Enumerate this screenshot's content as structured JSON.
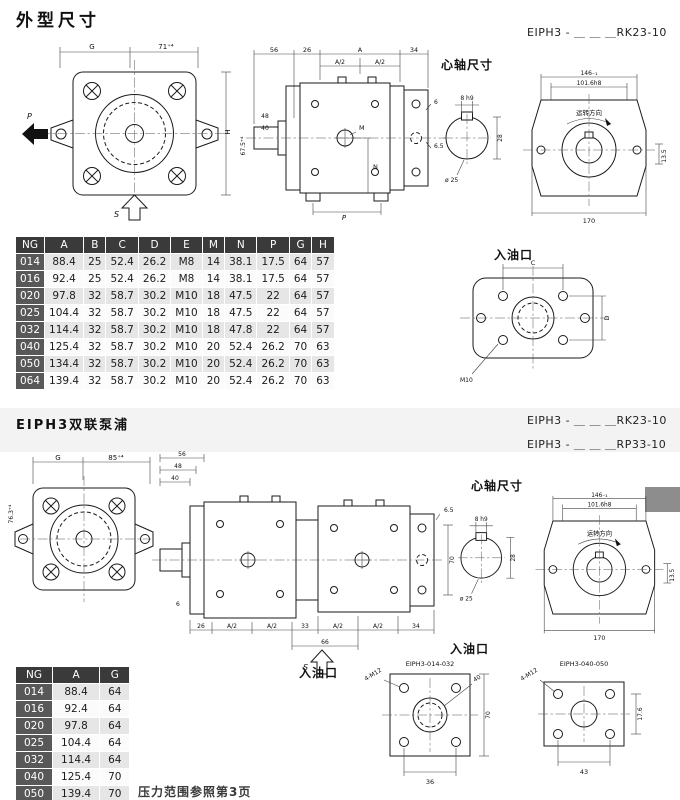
{
  "page": {
    "title": "外型尺寸",
    "model_top": "EIPH3 - ＿ ＿ ＿RK23-10",
    "section2_title": "EIPH3双联泵浦",
    "model2_a": "EIPH3 - ＿ ＿ ＿RK23-10",
    "model2_b": "EIPH3 - ＿ ＿ ＿RP33-10",
    "shaft_title_1": "心轴尺寸",
    "shaft_title_2": "心轴尺寸",
    "inlet_title_1": "入油口",
    "inlet_title_2": "入油口",
    "inlet_title_3": "入油口",
    "footer_note": "压力范围参照第3页"
  },
  "table1": {
    "headers": [
      "NG",
      "A",
      "B",
      "C",
      "D",
      "E",
      "M",
      "N",
      "P",
      "G",
      "H"
    ],
    "rows": [
      [
        "014",
        "88.4",
        "25",
        "52.4",
        "26.2",
        "M8",
        "14",
        "38.1",
        "17.5",
        "64",
        "57"
      ],
      [
        "016",
        "92.4",
        "25",
        "52.4",
        "26.2",
        "M8",
        "14",
        "38.1",
        "17.5",
        "64",
        "57"
      ],
      [
        "020",
        "97.8",
        "32",
        "58.7",
        "30.2",
        "M10",
        "18",
        "47.5",
        "22",
        "64",
        "57"
      ],
      [
        "025",
        "104.4",
        "32",
        "58.7",
        "30.2",
        "M10",
        "18",
        "47.5",
        "22",
        "64",
        "57"
      ],
      [
        "032",
        "114.4",
        "32",
        "58.7",
        "30.2",
        "M10",
        "18",
        "47.8",
        "22",
        "64",
        "57"
      ],
      [
        "040",
        "125.4",
        "32",
        "58.7",
        "30.2",
        "M10",
        "20",
        "52.4",
        "26.2",
        "70",
        "63"
      ],
      [
        "050",
        "134.4",
        "32",
        "58.7",
        "30.2",
        "M10",
        "20",
        "52.4",
        "26.2",
        "70",
        "63"
      ],
      [
        "064",
        "139.4",
        "32",
        "58.7",
        "30.2",
        "M10",
        "20",
        "52.4",
        "26.2",
        "70",
        "63"
      ]
    ]
  },
  "table2": {
    "headers": [
      "NG",
      "A",
      "G"
    ],
    "rows": [
      [
        "014",
        "88.4",
        "64"
      ],
      [
        "016",
        "92.4",
        "64"
      ],
      [
        "020",
        "97.8",
        "64"
      ],
      [
        "025",
        "104.4",
        "64"
      ],
      [
        "032",
        "114.4",
        "64"
      ],
      [
        "040",
        "125.4",
        "70"
      ],
      [
        "050",
        "139.4",
        "70"
      ]
    ]
  },
  "d1": {
    "g": "G",
    "w": "71⁺⁴",
    "p": "P",
    "s": "S",
    "h": "H"
  },
  "d2": {
    "l56": "56",
    "l26": "26",
    "a": "A",
    "a2l": "A/2",
    "a2r": "A/2",
    "l34": "34",
    "l48": "48",
    "l40": "40",
    "h675": "67.5⁺⁴",
    "m": "M",
    "n": "N",
    "l6": "6",
    "l65": "6.5",
    "p": "P"
  },
  "d3": {
    "key": "8 h9",
    "l28": "28",
    "dia": "ø 25",
    "w146": "146₋₁",
    "w1016": "101.6h8",
    "rot": "运转方向",
    "w170": "170",
    "l135": "13.5"
  },
  "d4": {
    "c": "C",
    "d": "D",
    "m10": "M10"
  },
  "d5": {
    "g": "G",
    "w": "85⁺⁴",
    "hdim": "76.3⁺⁴"
  },
  "d6": {
    "l56": "56",
    "l48": "48",
    "l40": "40",
    "l6": "6",
    "l26": "26",
    "a2a": "A/2",
    "a2b": "A/2",
    "l33": "33",
    "l66": "66",
    "a2c": "A/2",
    "a2d": "A/2",
    "l34": "34",
    "l70": "70",
    "l65": "6.5",
    "s": "S"
  },
  "d7": {
    "key": "8 h9",
    "l28": "28",
    "dia": "ø 25",
    "w146": "146₋₁",
    "w1016": "101.6h8",
    "rot": "运转方向",
    "w170": "170",
    "l135": "13.5"
  },
  "d8": {
    "left_title": "EIPH3-014-032",
    "right_title": "EIPH3-040-050",
    "bolts_l": "4-M12",
    "bolts_r": "4-M12",
    "l40": "40",
    "l70": "70",
    "l36": "36",
    "l176": "17.6",
    "l43": "43"
  }
}
